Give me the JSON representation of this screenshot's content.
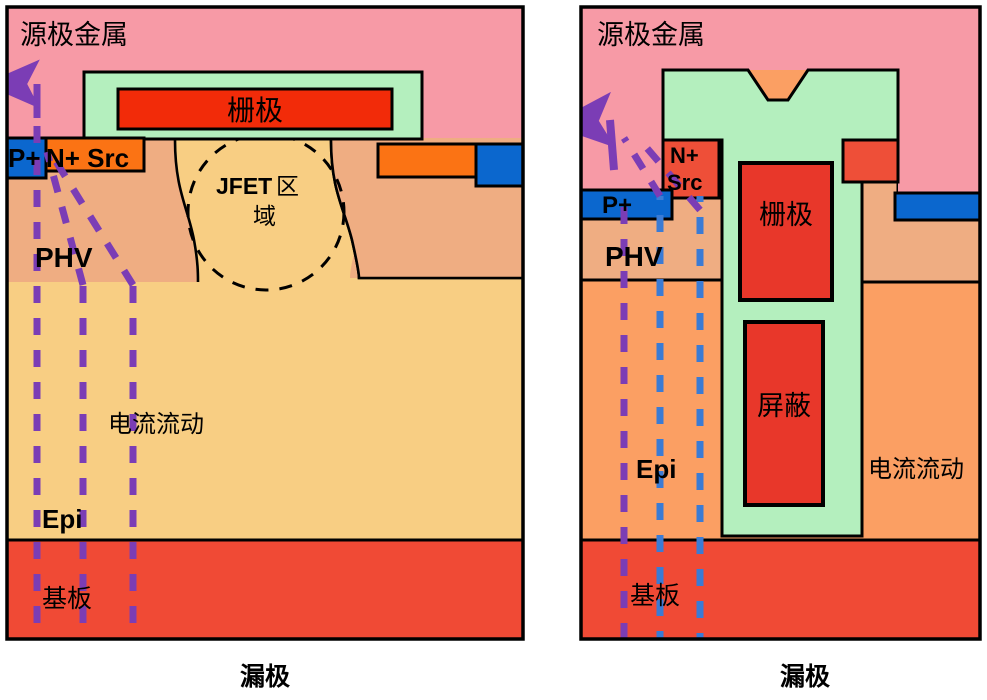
{
  "figure": {
    "type": "semiconductor-cross-section-comparison",
    "description": "Planar MOSFET versus shielded trench MOSFET cross sections with current flow paths"
  },
  "colors": {
    "source_metal": "#F79AA6",
    "oxide_green": "#B4EFBE",
    "gate_red": "#F22B09",
    "gate_red_trench": "#E8372A",
    "n_plus_src_orange": "#FB7314",
    "n_plus_src_trench": "#EE4F38",
    "p_plus_blue": "#0B67CE",
    "phv_tan": "#EFAD82",
    "epi_left": "#F8CE83",
    "epi_right": "#FB9F63",
    "substrate": "#F04A35",
    "current_purple": "#7B3DB5",
    "current_blue": "#3A7BD5",
    "outline": "#000000",
    "background": "#FFFFFF"
  },
  "left_device": {
    "name": "planar-mosfet",
    "labels": {
      "source_metal": "源极金属",
      "gate": "栅极",
      "p_plus": "P+",
      "n_plus_src": "N+ Src",
      "jfet_region_line1": "JFET",
      "jfet_region_line2": "区",
      "jfet_region_line3": "域",
      "phv": "PHV",
      "current_flow": "电流流动",
      "epi": "Epi",
      "substrate": "基板",
      "drain": "漏极"
    }
  },
  "right_device": {
    "name": "shielded-trench-mosfet",
    "labels": {
      "source_metal": "源极金属",
      "gate": "栅极",
      "shield": "屏蔽",
      "n_plus_src_line1": "N+",
      "n_plus_src_line2": "Src",
      "p_plus": "P+",
      "phv": "PHV",
      "epi": "Epi",
      "current_flow": "电流流动",
      "substrate": "基板",
      "drain": "漏极"
    }
  }
}
